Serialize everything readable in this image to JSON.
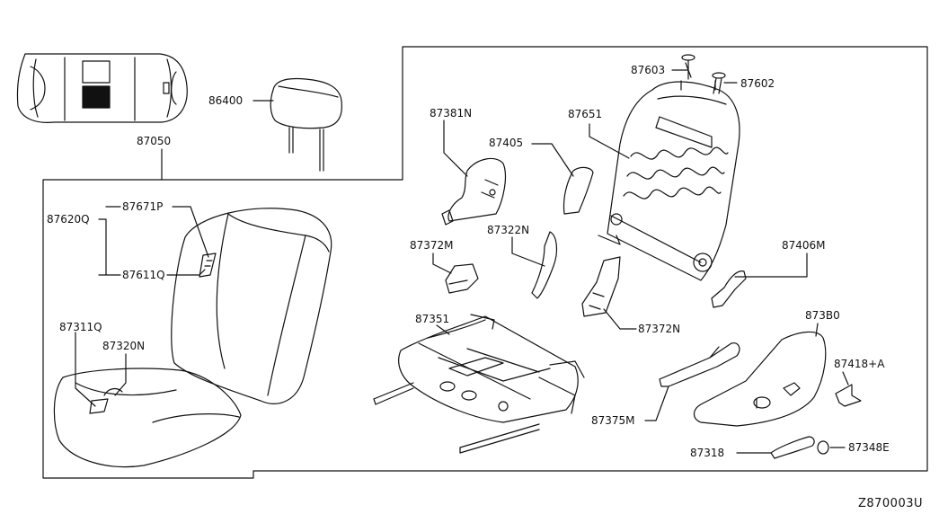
{
  "diagram": {
    "code": "Z870003U",
    "labels": {
      "p86400": "86400",
      "p87050": "87050",
      "p87620Q": "87620Q",
      "p87671P": "87671P",
      "p87611Q": "87611Q",
      "p87311Q": "87311Q",
      "p87320N": "87320N",
      "p87603": "87603",
      "p87602": "87602",
      "p87381N": "87381N",
      "p87651": "87651",
      "p87405": "87405",
      "p87372M": "87372M",
      "p87322N": "87322N",
      "p87406M": "87406M",
      "p87351": "87351",
      "p87372N": "87372N",
      "p87380": "873B0",
      "p87418A": "87418+A",
      "p87375M": "87375M",
      "p87318": "87318",
      "p87348E": "87348E"
    }
  }
}
